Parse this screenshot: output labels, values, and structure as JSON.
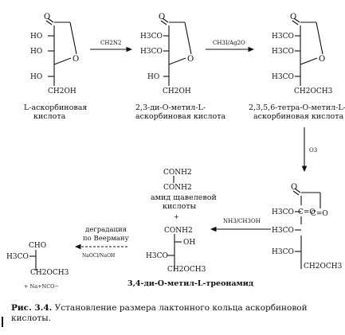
{
  "structures": {
    "ascorbic": {
      "o_top": "O",
      "ho1": "HO",
      "ho2": "HO",
      "ring_o": "O",
      "ho3": "HO",
      "ch2oh": "CH2OH",
      "name_line1": "L-аскорбиновая",
      "name_line2": "кислота"
    },
    "dimethyl": {
      "o_top": "O",
      "meo1": "H3CO",
      "meo2": "H3CO",
      "ring_o": "O",
      "ho3": "HO",
      "ch2oh": "CH2OH",
      "name_line1": "2,3-ди-О-метил-L-",
      "name_line2": "аскорбиновая кислота"
    },
    "tetramethyl": {
      "o_top": "O",
      "meo1": "H3CO",
      "meo2": "H3CO",
      "ring_o": "O",
      "meo3": "H3CO",
      "ch2och3": "CH2OCH3",
      "name_line1": "2,3,5,6-тетра-О-метил-L-",
      "name_line2": "аскорбиновая кислота"
    },
    "ozonide": {
      "o_top": "O",
      "meo1": "H3CO",
      "co1": "C=O",
      "co2": "C=O",
      "meo2": "H3CO",
      "meo3": "H3CO",
      "ch2och3": "CH2OCH3"
    },
    "oxamide": {
      "conh2_1": "CONH2",
      "conh2_2": "CONH2",
      "name_line1": "амид щавелевой",
      "name_line2": "кислоты",
      "plus": "+"
    },
    "threonamide": {
      "conh2": "CONH2",
      "oh": "OH",
      "meo": "H3CO",
      "ch2och3": "CH2OCH3",
      "name": "3,4-ди-О-метил-L-треонамид"
    },
    "aldehyde": {
      "cho": "CHO",
      "meo": "H3CO",
      "ch2och3": "CH2OCH3",
      "byproduct": "+ Na+NCO−"
    }
  },
  "reagents": {
    "step1": "CH2N2",
    "step2": "CH3I/Ag2O",
    "step3": "O3",
    "step4": "NH3/CH3OH",
    "step5_line1": "деградация",
    "step5_line2": "по Веерману",
    "step5_below": "NaOCl/NaOH"
  },
  "caption": {
    "label": "Рис. 3.4.",
    "text": "Установление размера лактонного кольца аскорбиновой кислоты."
  }
}
